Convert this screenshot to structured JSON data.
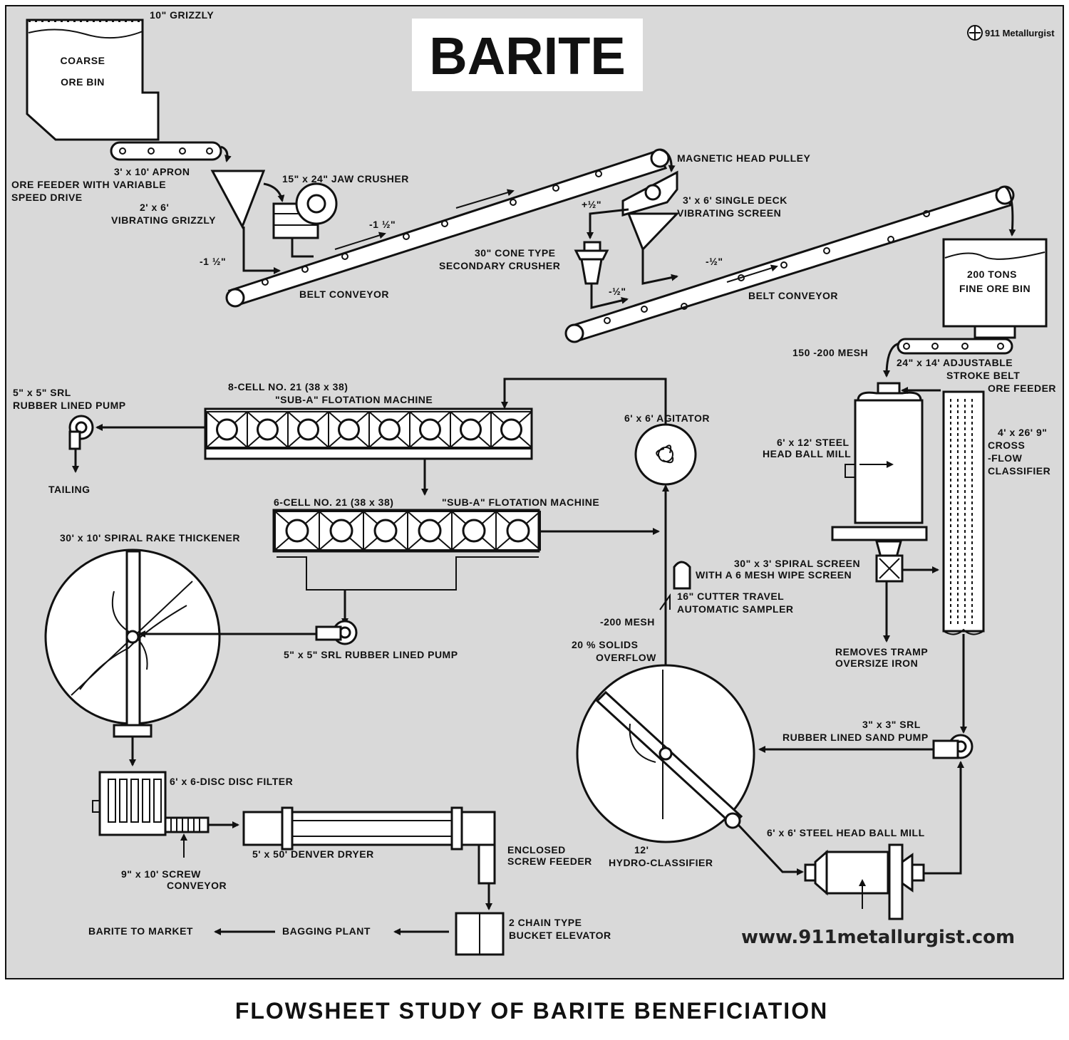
{
  "title": "BARITE",
  "logo_text": "911 Metallurgist",
  "website": "www.911metallurgist.com",
  "caption": "FLOWSHEET STUDY OF BARITE BENEFICIATION",
  "colors": {
    "background": "#d9d9d9",
    "ink": "#111111",
    "equipment_fill": "#ffffff"
  },
  "labels": {
    "grizzly": "10\" GRIZZLY",
    "coarse_bin_1": "COARSE",
    "coarse_bin_2": "ORE BIN",
    "apron_1": "3' x 10' APRON",
    "apron_2": "ORE FEEDER WITH VARIABLE",
    "apron_3": "SPEED DRIVE",
    "vib_grizzly_1": "2' x 6'",
    "vib_grizzly_2": "VIBRATING GRIZZLY",
    "jaw": "15\" x 24\" JAW CRUSHER",
    "size_a": "-1 ½\"",
    "size_b": "-1 ½\"",
    "belt1": "BELT CONVEYOR",
    "mag_pulley": "MAGNETIC HEAD PULLEY",
    "screen_1": "3' x 6' SINGLE DECK",
    "screen_2": "VIBRATING SCREEN",
    "plus_half": "+½\"",
    "cone_1": "30\" CONE TYPE",
    "cone_2": "SECONDARY CRUSHER",
    "minus_half_a": "-½\"",
    "minus_half_b": "-½\"",
    "belt2": "BELT CONVEYOR",
    "fine_bin_1": "200 TONS",
    "fine_bin_2": "FINE ORE BIN",
    "mesh150": "150 -200 MESH",
    "belt_feeder_1": "24\" x 14' ADJUSTABLE",
    "belt_feeder_2": "STROKE BELT",
    "belt_feeder_3": "ORE FEEDER",
    "flot8_1": "8-CELL  NO. 21 (38 x 38)",
    "flot8_2": "\"SUB-A\" FLOTATION MACHINE",
    "pump1_1": "5\" x 5\" SRL",
    "pump1_2": "RUBBER LINED PUMP",
    "tailing": "TAILING",
    "agitator": "6' x 6'  AGITATOR",
    "ballmill1_1": "6' x 12' STEEL",
    "ballmill1_2": "HEAD BALL MILL",
    "classifier_1": "4' x 26' 9\"",
    "classifier_2": "CROSS",
    "classifier_3": "-FLOW",
    "classifier_4": "CLASSIFIER",
    "flot6_a": "6-CELL  NO. 21 (38 x 38)",
    "flot6_b": "\"SUB-A\" FLOTATION MACHINE",
    "thickener": "30' x 10'  SPIRAL RAKE THICKENER",
    "spiral_1": "30\" x 3' SPIRAL SCREEN",
    "spiral_2": "WITH A 6 MESH WIPE SCREEN",
    "sampler_1": "16\" CUTTER TRAVEL",
    "sampler_2": "AUTOMATIC SAMPLER",
    "mesh200": "-200 MESH",
    "solids_1": "20 % SOLIDS",
    "solids_2": "OVERFLOW",
    "pump2": "5\" x 5\"  SRL RUBBER LINED PUMP",
    "tramp_1": "REMOVES TRAMP",
    "tramp_2": "OVERSIZE IRON",
    "sandpump_1": "3\" x 3\" SRL",
    "sandpump_2": "RUBBER LINED SAND PUMP",
    "disc_filter": "6' x 6-DISC  DISC FILTER",
    "dryer": "5' x 50'  DENVER DRYER",
    "screw_feeder_1": "ENCLOSED",
    "screw_feeder_2": "SCREW FEEDER",
    "screw_conv_1": "9\" x 10'   SCREW",
    "screw_conv_2": "CONVEYOR",
    "hydro_1": "12'",
    "hydro_2": "HYDRO-CLASSIFIER",
    "ballmill2": "6' x 6'   STEEL HEAD BALL MILL",
    "bucket_1": "2 CHAIN TYPE",
    "bucket_2": "BUCKET ELEVATOR",
    "bagging": "BAGGING PLANT",
    "market": "BARITE TO MARKET"
  }
}
